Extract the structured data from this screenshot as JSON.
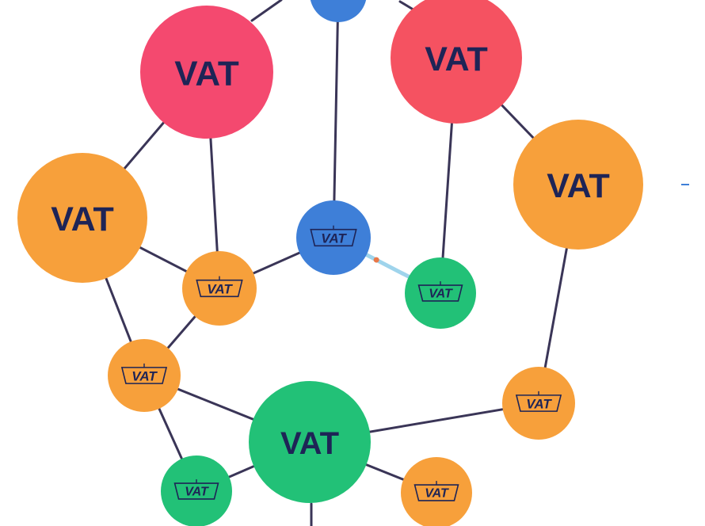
{
  "colors": {
    "pink": "#f4496f",
    "red": "#f55261",
    "orange": "#f7a03b",
    "blue": "#3e7fd8",
    "green": "#22c177",
    "edge": "#3a3557",
    "label": "#1e2456",
    "highlight_edge": "#9fd4ec",
    "highlight_dot": "#e97848"
  },
  "nodes": [
    {
      "id": "top-blue",
      "color": "blue",
      "label": ""
    },
    {
      "id": "pink-top-left",
      "color": "pink",
      "label": "VAT"
    },
    {
      "id": "red-top-right",
      "color": "red",
      "label": "VAT"
    },
    {
      "id": "orange-right",
      "color": "orange",
      "label": "VAT"
    },
    {
      "id": "orange-left",
      "color": "orange",
      "label": "VAT"
    },
    {
      "id": "blue-center",
      "color": "blue",
      "label": "VAT",
      "tag": true
    },
    {
      "id": "green-center-right",
      "color": "green",
      "label": "VAT",
      "tag": true
    },
    {
      "id": "orange-mid-left",
      "color": "orange",
      "label": "VAT",
      "tag": true
    },
    {
      "id": "orange-lower-left",
      "color": "orange",
      "label": "VAT",
      "tag": true
    },
    {
      "id": "green-big",
      "color": "green",
      "label": "VAT"
    },
    {
      "id": "orange-lower-right",
      "color": "orange",
      "label": "VAT",
      "tag": true
    },
    {
      "id": "green-bottom-left",
      "color": "green",
      "label": "VAT",
      "tag": true
    },
    {
      "id": "orange-bottom-right",
      "color": "orange",
      "label": "VAT",
      "tag": true
    }
  ],
  "edges": [
    [
      "top-blue",
      "blue-center"
    ],
    [
      "pink-top-left",
      "orange-left"
    ],
    [
      "pink-top-left",
      "orange-mid-left"
    ],
    [
      "red-top-right",
      "orange-right"
    ],
    [
      "red-top-right",
      "green-center-right"
    ],
    [
      "orange-left",
      "orange-mid-left"
    ],
    [
      "orange-left",
      "orange-lower-left"
    ],
    [
      "orange-mid-left",
      "blue-center"
    ],
    [
      "orange-mid-left",
      "orange-lower-left"
    ],
    [
      "orange-lower-left",
      "green-big"
    ],
    [
      "orange-lower-left",
      "green-bottom-left"
    ],
    [
      "green-big",
      "orange-lower-right"
    ],
    [
      "green-big",
      "green-bottom-left"
    ],
    [
      "green-big",
      "orange-bottom-right"
    ],
    [
      "orange-right",
      "orange-lower-right"
    ]
  ],
  "highlight_edge": [
    "blue-center",
    "green-center-right"
  ]
}
